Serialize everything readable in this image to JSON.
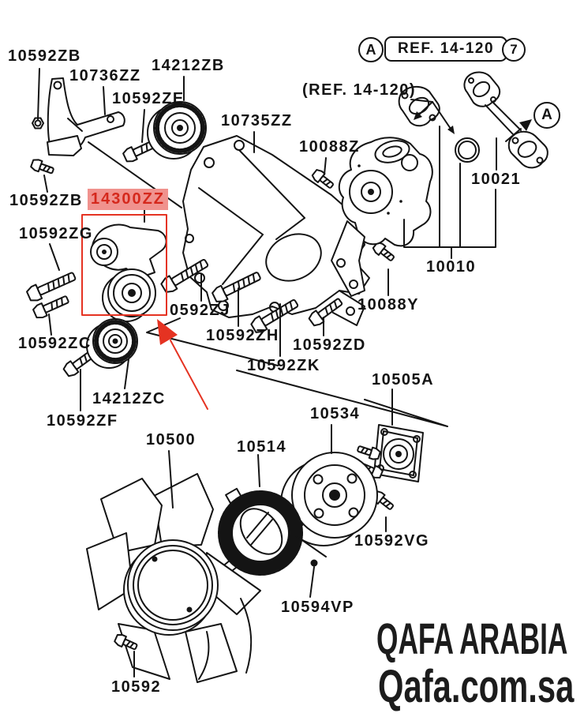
{
  "callouts": {
    "a": "A",
    "ref_box": "REF. 14-120",
    "ref_num": "7",
    "ref_inline": "(REF. 14-120)"
  },
  "highlight": {
    "part": "14300ZZ",
    "box_color": "#e53322",
    "label_bg": "#f0928e",
    "label_fg": "#d5281c"
  },
  "parts": [
    "10592ZB",
    "10736ZZ",
    "14212ZB",
    "10592ZE",
    "10735ZZ",
    "10088Z",
    "10021",
    "10592ZB",
    "10592ZG",
    "10010",
    "10088Y",
    "0592ZJ",
    "10592ZH",
    "10592ZD",
    "10592ZC",
    "10592ZK",
    "10505A",
    "14212ZC",
    "10592ZF",
    "10500",
    "10514",
    "10534",
    "10592VG",
    "10594VP",
    "10592"
  ],
  "branding": {
    "line1": "QAFA ARABIA",
    "line2": "Qafa.com.sa"
  },
  "colors": {
    "ink": "#141414",
    "background": "#ffffff",
    "accent_red": "#e53322"
  }
}
